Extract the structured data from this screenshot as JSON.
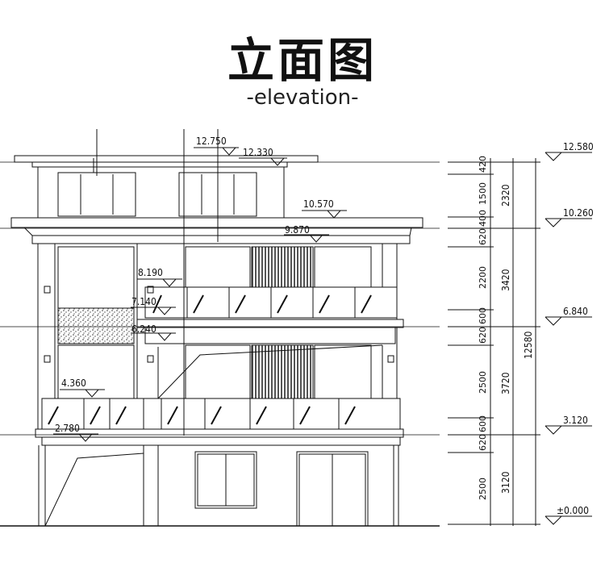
{
  "title": "立面图",
  "subtitle": "-elevation-",
  "building_levels": [
    "12.750",
    "12.330",
    "10.570",
    "9.870",
    "8.190",
    "7.140",
    "6.240",
    "4.360",
    "2.780"
  ],
  "right_levels": [
    "12.580",
    "10.260",
    "6.840",
    "3.120",
    "±0.000"
  ],
  "dims_inner": [
    "420",
    "1500",
    "400",
    "620",
    "2200",
    "600",
    "620",
    "2500",
    "600",
    "620",
    "2500"
  ],
  "dims_middle": [
    "2320",
    "3420",
    "3720",
    "3120"
  ],
  "dims_total": "12580"
}
